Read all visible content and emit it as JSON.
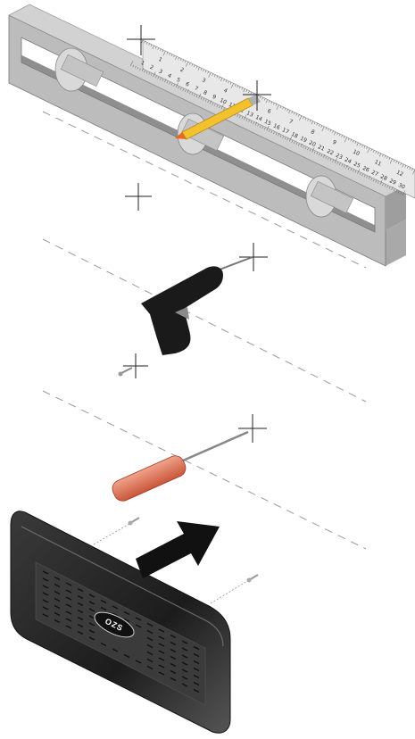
{
  "colors": {
    "background": "#ffffff",
    "level_body": "#b9b9b9",
    "level_dark": "#8f8f8f",
    "ruler": "#e6e6e6",
    "pencil": "#f2c22e",
    "pencil_tip": "#e86b1c",
    "drill": "#1a1a1a",
    "screwdriver_handle": "#e07a5c",
    "device": "#2a2a2a",
    "arrow": "#111111",
    "guide_line": "#9a9a9a"
  },
  "ruler": {
    "top_scale": [
      "1",
      "2",
      "3",
      "4",
      "5",
      "6",
      "7",
      "8",
      "9",
      "10",
      "11",
      "12"
    ],
    "bottom_scale": [
      "1",
      "2",
      "3",
      "4",
      "5",
      "6",
      "7",
      "8",
      "9",
      "10",
      "11",
      "12",
      "13",
      "14",
      "15",
      "16",
      "17",
      "18",
      "19",
      "20",
      "21",
      "22",
      "23",
      "24",
      "25",
      "26",
      "27",
      "28",
      "29",
      "30"
    ]
  },
  "device": {
    "brand": "OZS"
  },
  "icons": {
    "level": "spirit-level-icon",
    "pencil": "pencil-icon",
    "drill": "power-drill-icon",
    "screwdriver": "screwdriver-icon",
    "screw": "screw-icon",
    "arrow": "mount-arrow-icon",
    "crosshair": "crosshair-mark-icon"
  }
}
